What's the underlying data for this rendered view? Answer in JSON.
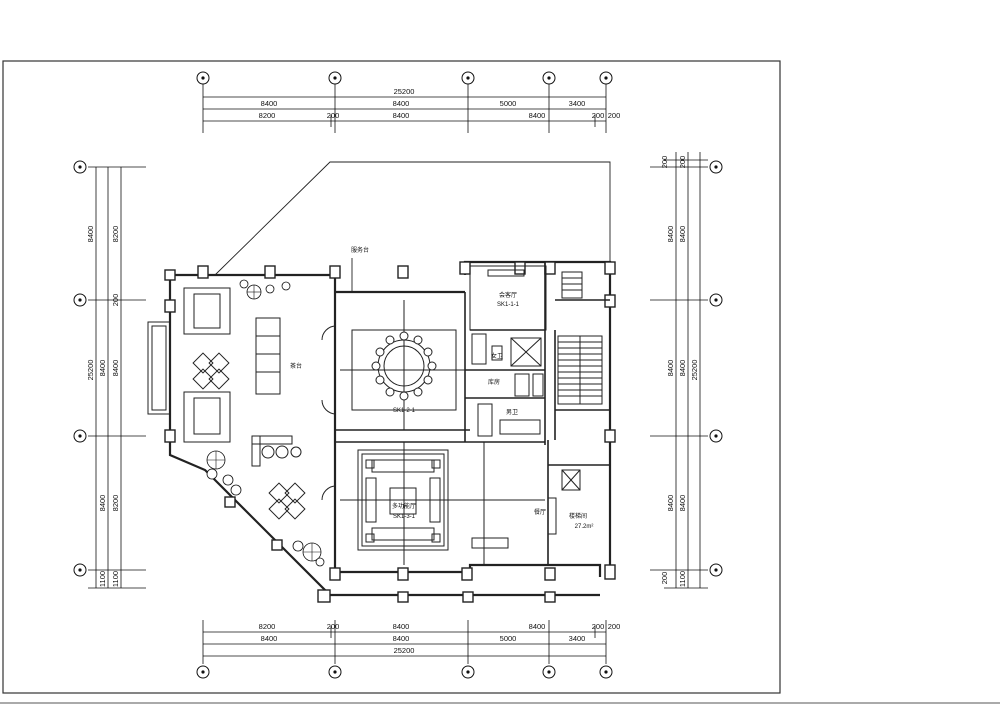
{
  "dims": {
    "top_total": "25200",
    "top_row2": [
      "8400",
      "8400",
      "5000",
      "3400"
    ],
    "top_row3": [
      "8200",
      "200",
      "8400",
      "8400",
      "200",
      "200"
    ],
    "bottom_row1": [
      "8200",
      "200",
      "8400",
      "8400",
      "200",
      "200"
    ],
    "bottom_row2": [
      "8400",
      "8400",
      "5000",
      "3400"
    ],
    "bottom_total": "25200",
    "left_outer": [
      "8400",
      "8400",
      "8400",
      "1100"
    ],
    "left_total": "25200",
    "left_inner": [
      "8200",
      "200",
      "8400",
      "8200",
      "1100"
    ],
    "right_inner": [
      "200",
      "8400",
      "8400",
      "8400",
      "200"
    ],
    "right_total": "25200",
    "right_outer": [
      "200",
      "8400",
      "8400",
      "8400",
      "1100"
    ]
  },
  "rooms": {
    "room_a_title": "会客厅",
    "room_a_code": "SK1-1-1",
    "room_b_code": "SK1-2-1",
    "room_c_title": "多功能厅",
    "room_c_code": "SK1-3-1",
    "lounge_label": "茶台",
    "storage_label": "库房",
    "toilet_label": "女卫",
    "male_toilet_label": "男卫",
    "stair_label": "楼梯间",
    "area_value": "27.2m²",
    "left_note": "餐厅",
    "top_note": "服务台"
  },
  "colors": {
    "line": "#111111",
    "wall": "#222222",
    "frame": "#333333"
  }
}
